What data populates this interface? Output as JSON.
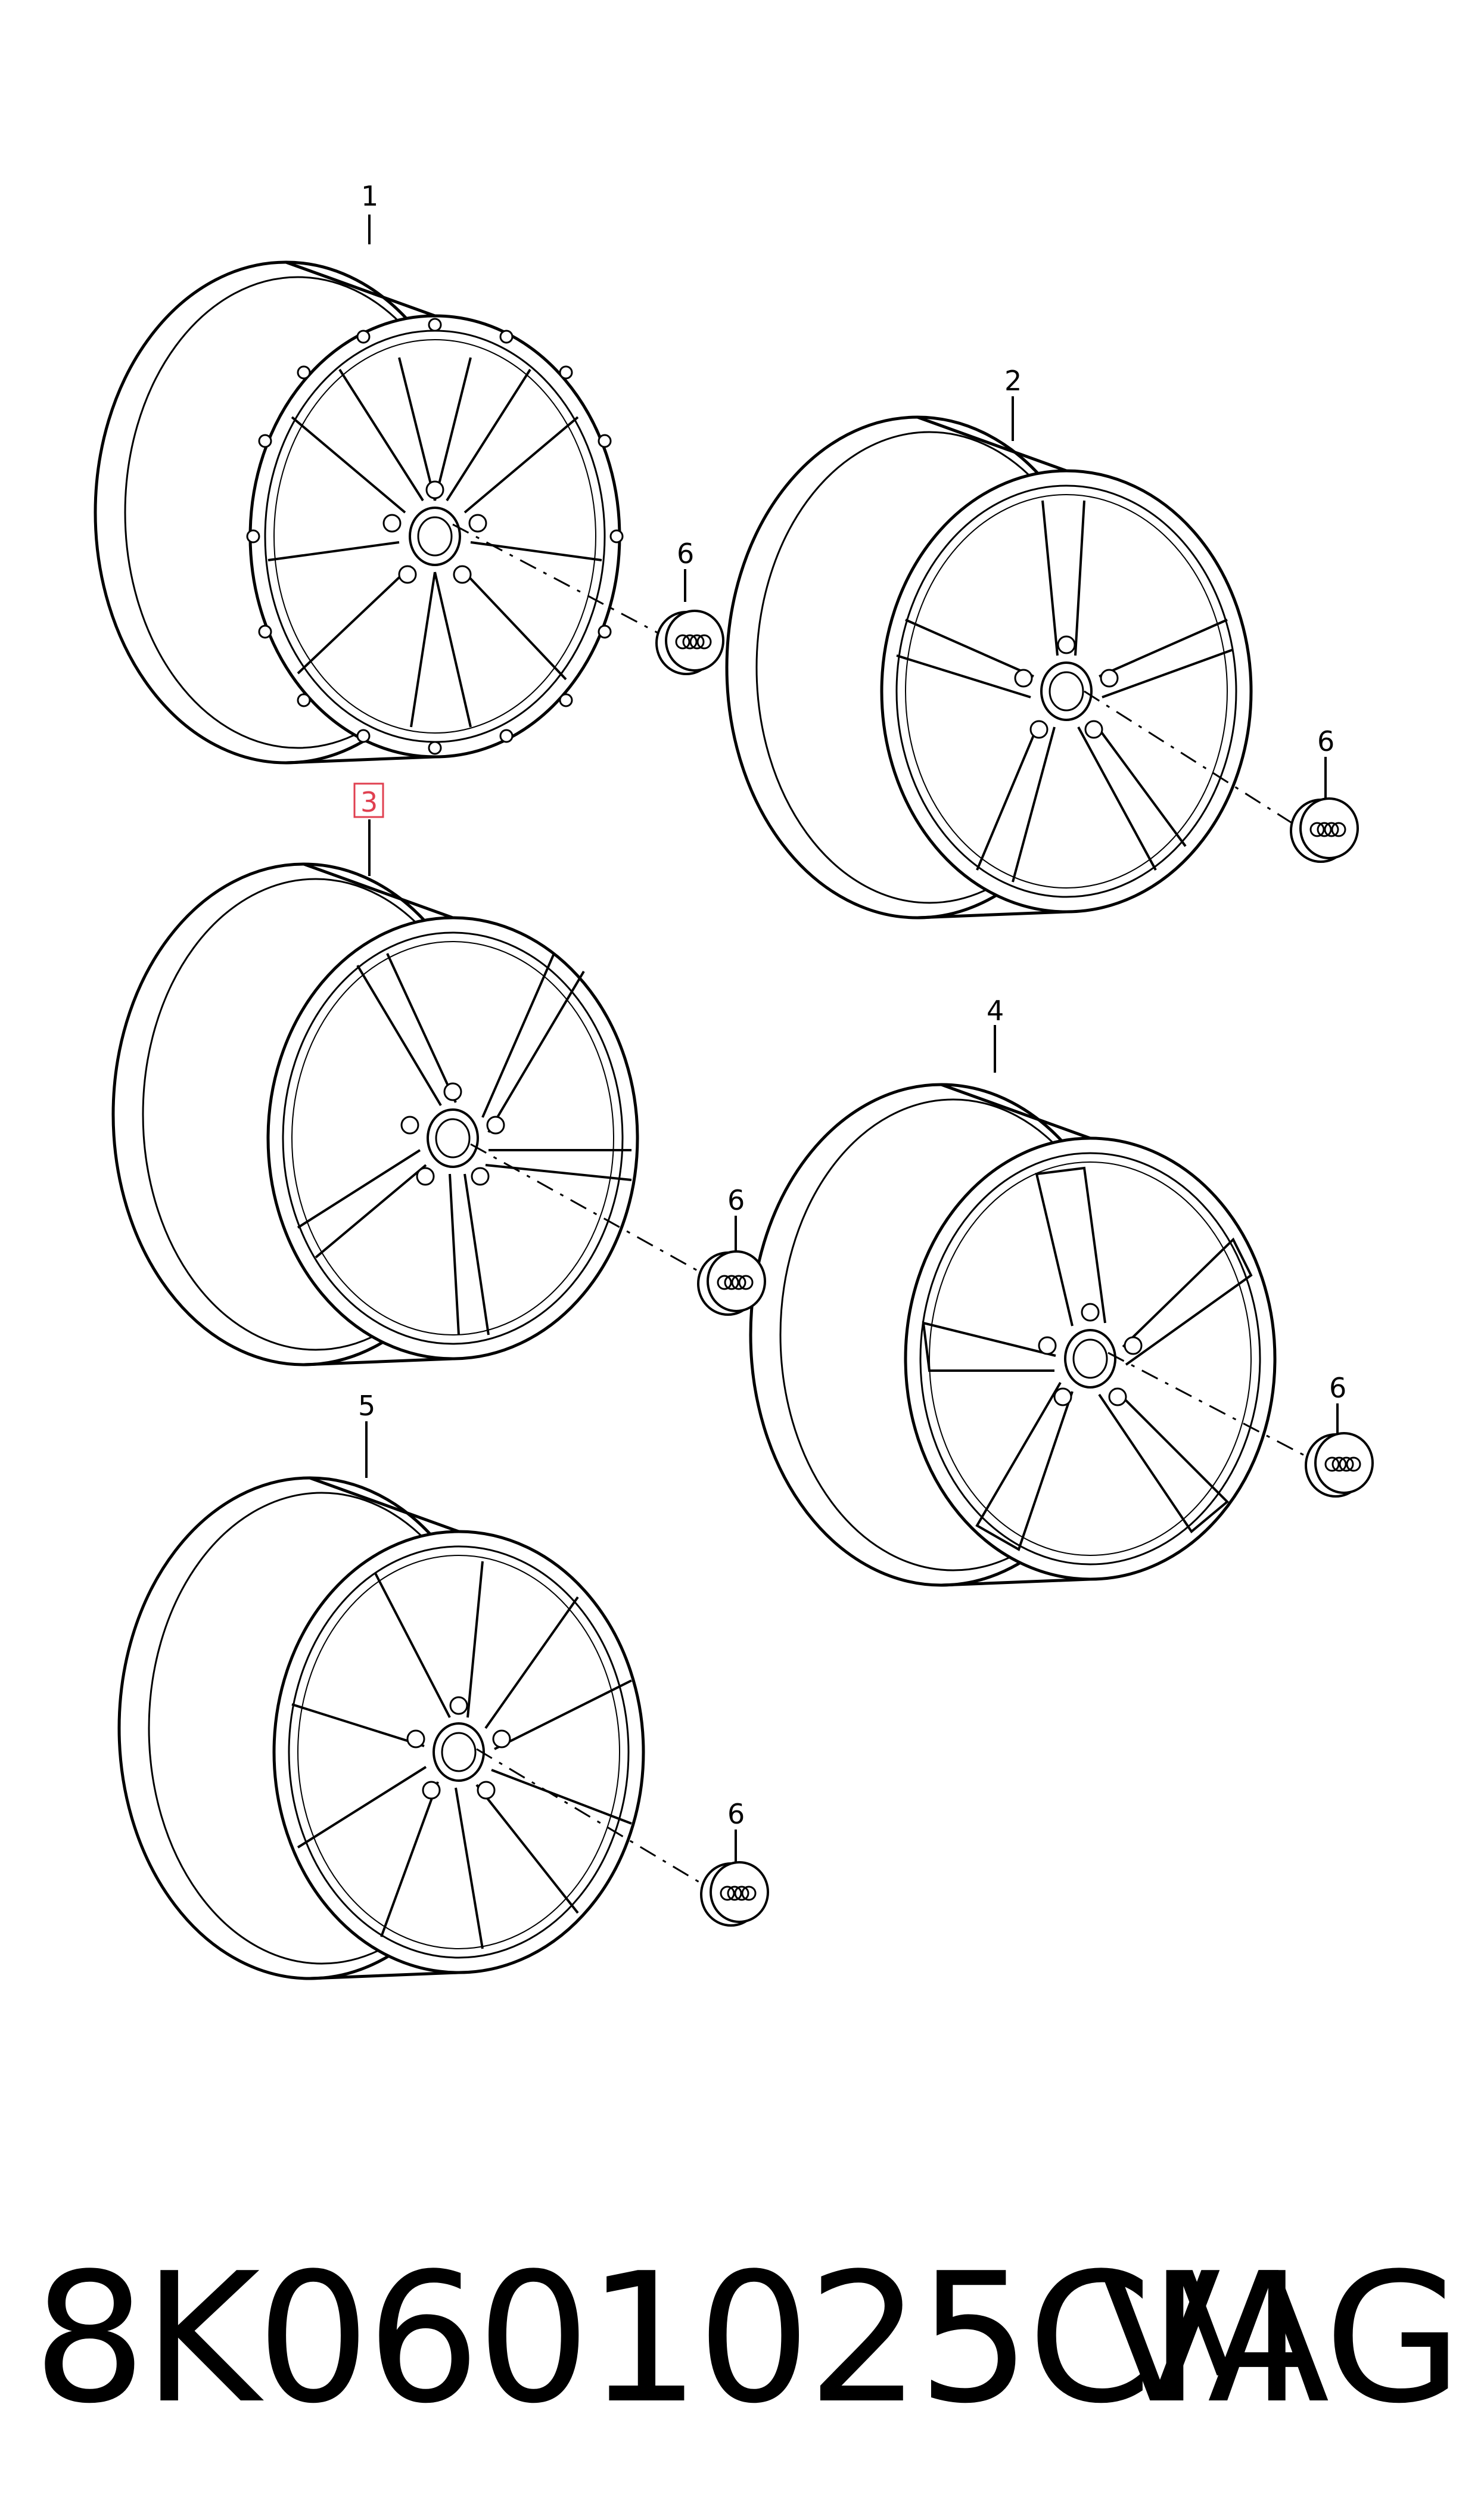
{
  "callouts": {
    "wheel1": "1",
    "wheel2": "2",
    "wheel3": "3",
    "wheel4": "4",
    "wheel5": "5",
    "cap": "6"
  },
  "highlight_color": "#e04050",
  "footer": {
    "part_number": "8K0601025CM",
    "brand": "VAG"
  }
}
